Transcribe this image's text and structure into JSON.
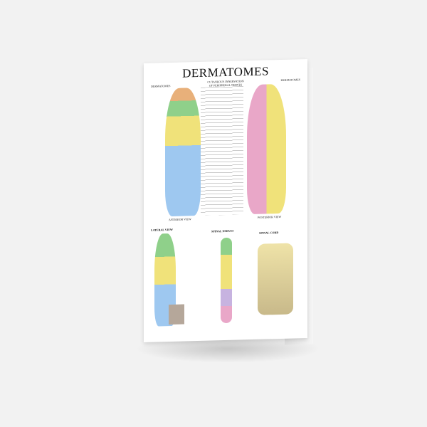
{
  "poster": {
    "title": "DERMATOMES",
    "subtitle_line1": "CUTANEOUS INNERVATION",
    "subtitle_line2": "OF PERIPHERAL NERVES",
    "left_label": "DERMATOMES",
    "right_label": "DERMATOMES",
    "anterior_label": "ANTERIOR VIEW",
    "posterior_label": "POSTERIOR VIEW",
    "lateral_label": "LATERAL VIEW",
    "spinal_nerves_label": "SPINAL NERVES",
    "spinal_cord_label": "SPINAL CORD"
  }
}
